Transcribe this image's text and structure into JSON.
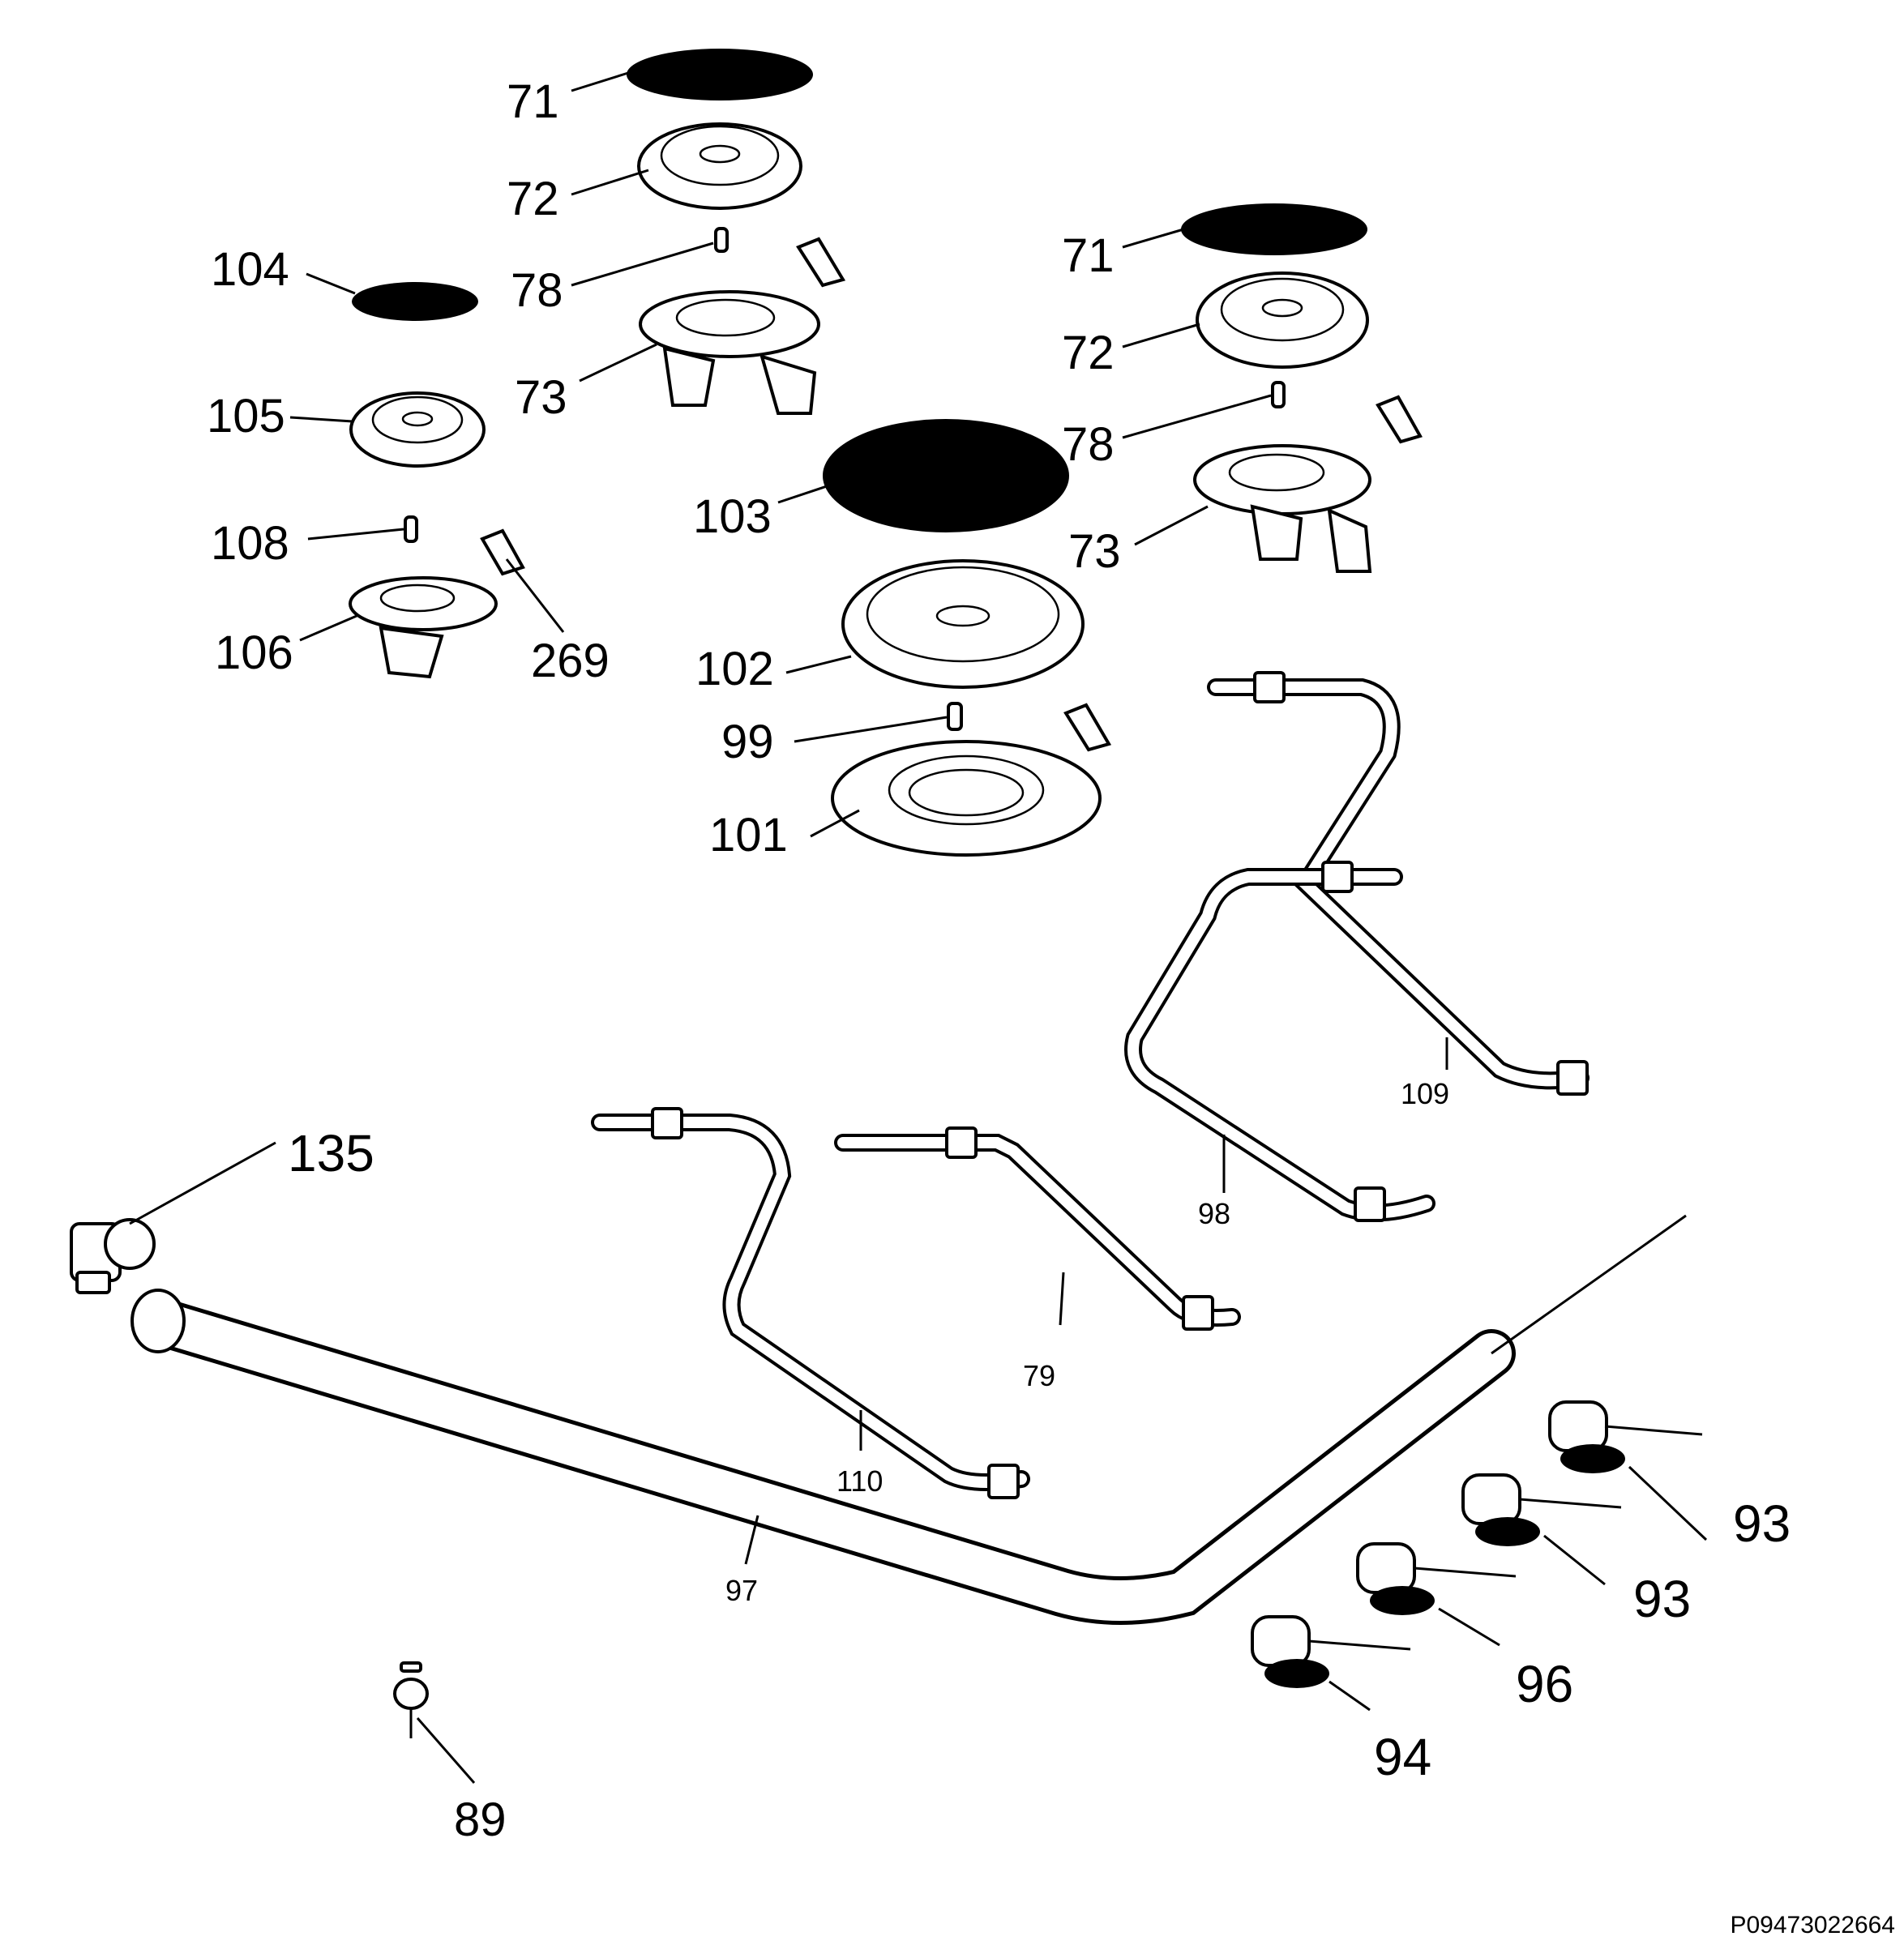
{
  "labels": {
    "l71a": "71",
    "l72a": "72",
    "l78a": "78",
    "l73a": "73",
    "l104": "104",
    "l105": "105",
    "l108": "108",
    "l106": "106",
    "l269": "269",
    "l71b": "71",
    "l72b": "72",
    "l78b": "78",
    "l73b": "73",
    "l103": "103",
    "l102": "102",
    "l99": "99",
    "l101": "101",
    "l109": "109",
    "l98": "98",
    "l135": "135",
    "l79": "79",
    "l110": "110",
    "l97": "97",
    "l93a": "93",
    "l93b": "93",
    "l96": "96",
    "l94": "94",
    "l89": "89"
  },
  "doc_code": "P09473022664"
}
